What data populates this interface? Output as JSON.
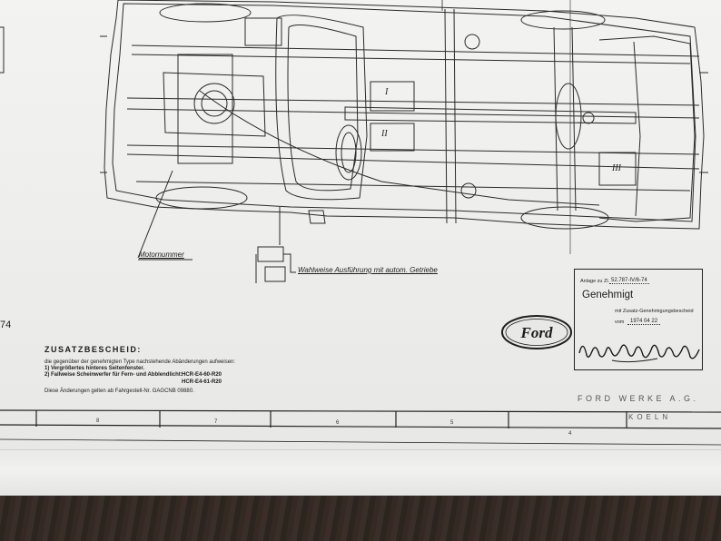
{
  "drawing": {
    "label_engine_number": "Motornummer",
    "label_optional": "Wahlweise Ausführung mit autom. Getriebe",
    "marker_one": "I",
    "marker_two": "II",
    "marker_three": "III"
  },
  "page_number_fragment": "74",
  "supplement": {
    "title": "ZUSATZBESCHEID:",
    "intro": "die gegenüber der genehmigten Type nachstehende Abänderungen aufweisen:",
    "items": [
      "1) Vergrößertes hinteres Seitenfenster.",
      "2) Fallweise Scheinwerfer für Fern- und Abblendlicht:"
    ],
    "codes": [
      "HCR-E4-60-R20",
      "HCR-E4-61-R20"
    ],
    "footer": "Diese Änderungen gelten ab Fahrgestell-Nr. GAGCNB 09880."
  },
  "stamp": {
    "anlage_label": "Anlage zu Zl.",
    "anlage_value": "52.787-IV/6-74",
    "status": "Genehmigt",
    "subtitle": "mit Zusatz-Genehmigungsbescheid",
    "date_label": "vom",
    "date_value": "1974 04 22"
  },
  "logo_text": "Ford",
  "company": {
    "name": "FORD WERKE A.G.",
    "city": "KOELN"
  },
  "grid_labels": [
    "8",
    "7",
    "6",
    "5",
    "4"
  ],
  "colors": {
    "ink": "#1c1c1c",
    "paper": "#f1f1ef",
    "stamp_ink": "#555555"
  }
}
